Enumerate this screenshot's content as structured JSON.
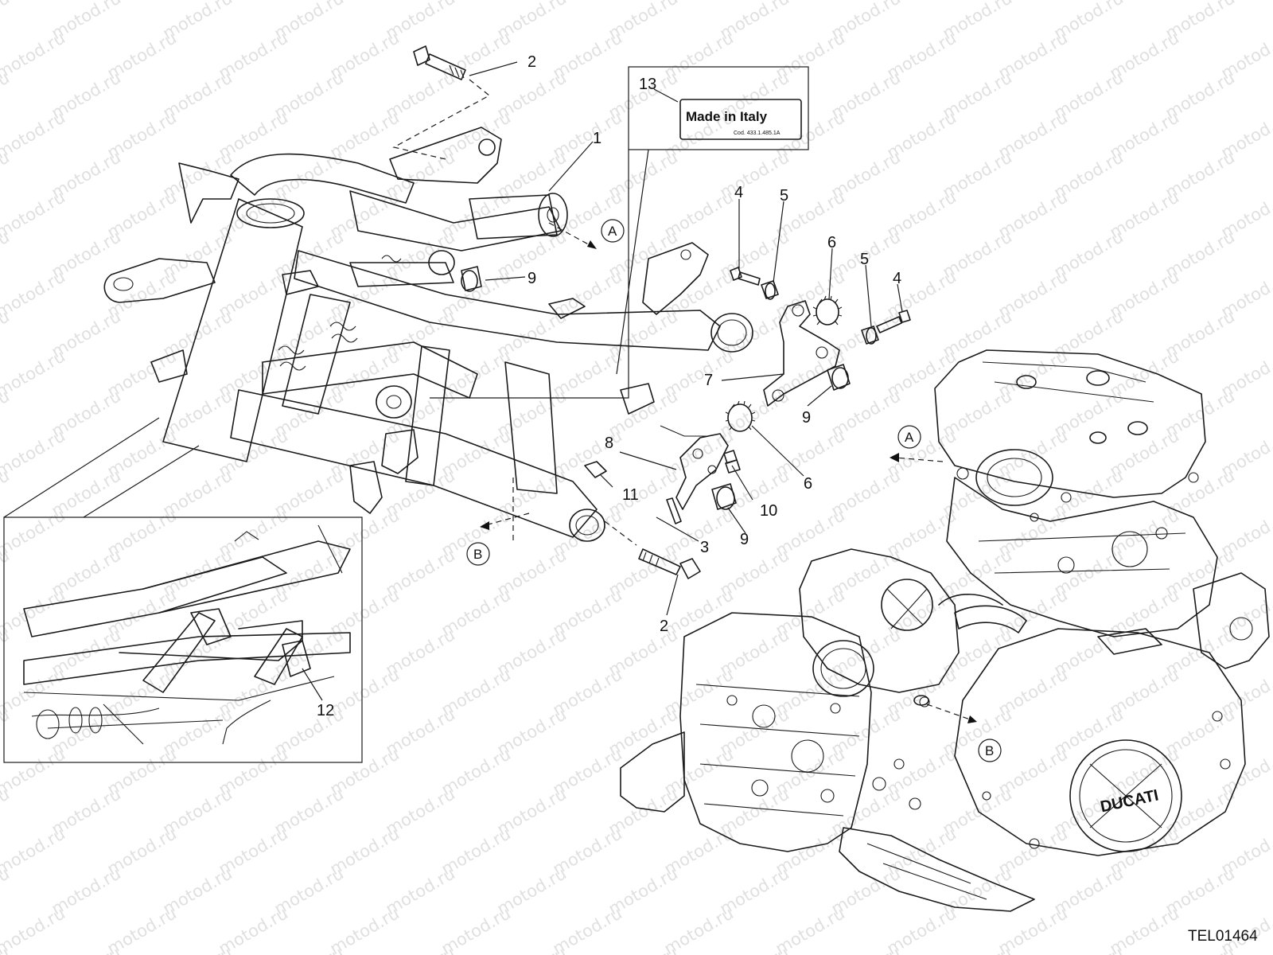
{
  "watermark": "motod.ru",
  "drawing_code": "TEL01464",
  "label": {
    "main_text": "Made in Italy",
    "sub_text": "Cod. 433.1.485.1A"
  },
  "engine_logo": "DUCATI",
  "part_numbers": {
    "p1": "1",
    "p2_top": "2",
    "p2_bottom": "2",
    "p3": "3",
    "p4_left": "4",
    "p4_right": "4",
    "p5_left": "5",
    "p5_right": "5",
    "p6_top": "6",
    "p6_bottom": "6",
    "p7": "7",
    "p8": "8",
    "p9_frame": "9",
    "p9_bracket": "9",
    "p9_lower": "9",
    "p10": "10",
    "p11": "11",
    "p12": "12",
    "p13": "13"
  },
  "references": {
    "a_frame": "A",
    "b_frame": "B",
    "a_engine": "A",
    "b_engine": "B"
  }
}
